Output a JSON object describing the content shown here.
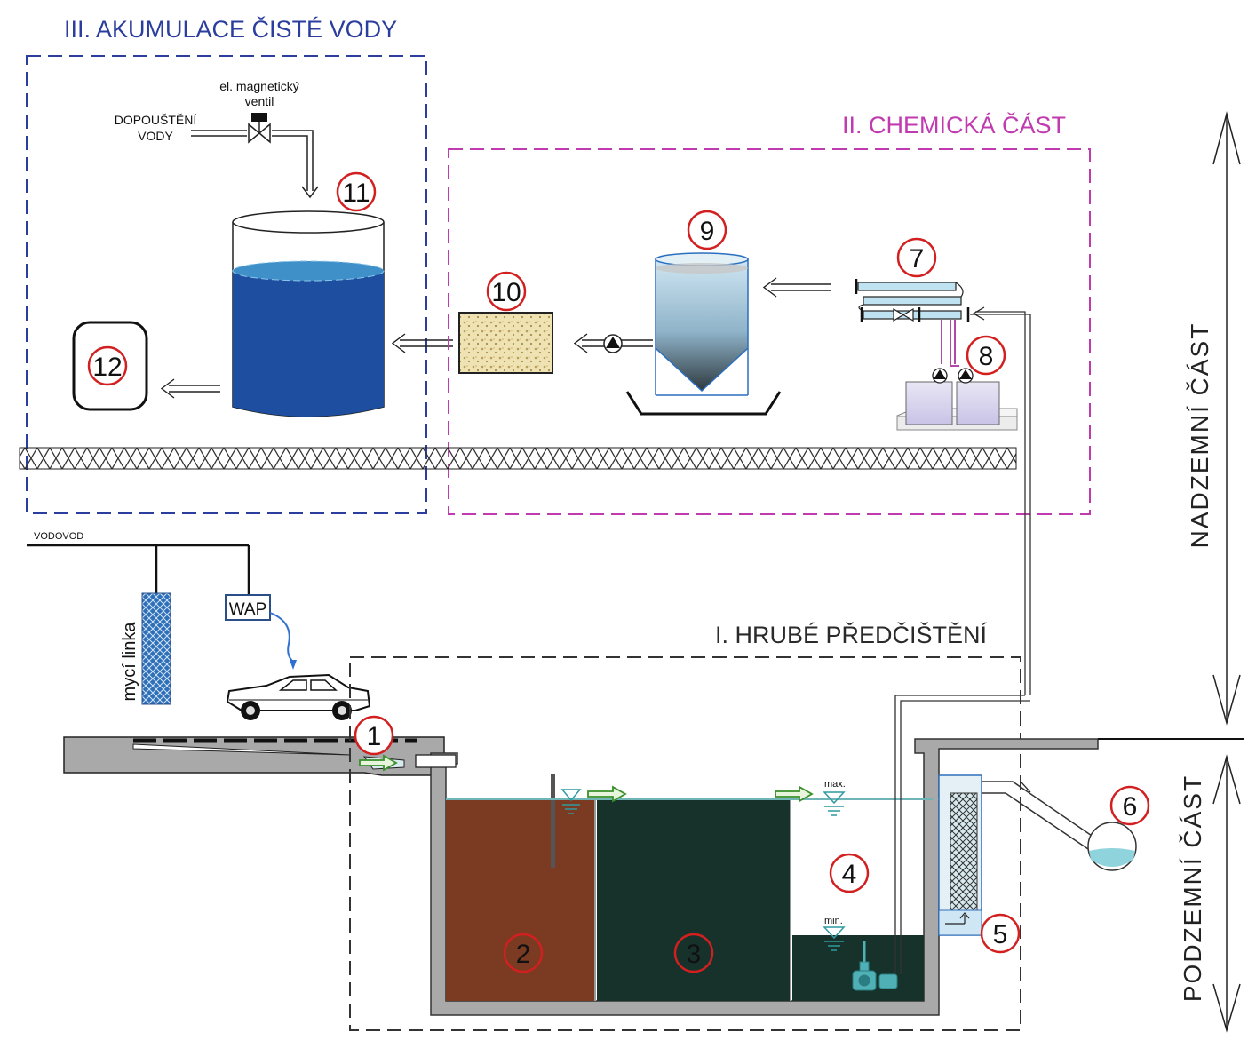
{
  "sections": {
    "s3": "III. AKUMULACE ČISTÉ VODY",
    "s2": "II. CHEMICKÁ ČÁST",
    "s1": "I. HRUBÉ PŘEDČIŠTĚNÍ"
  },
  "labels": {
    "valve_line1": "el. magnetický",
    "valve_line2": "ventil",
    "refill_line1": "DOPOUŠTĚNÍ",
    "refill_line2": "VODY",
    "vodovod": "VODOVOD",
    "wap": "WAP",
    "myci_linka": "mycí linka",
    "max": "max.",
    "min": "min.",
    "nadzemni": "NADZEMNÍ ČÁST",
    "podzemni": "PODZEMNÍ ČÁST"
  },
  "markers": [
    "1",
    "2",
    "3",
    "4",
    "5",
    "6",
    "7",
    "8",
    "9",
    "10",
    "11",
    "12"
  ],
  "colors": {
    "section3": "#2b3e9e",
    "section2": "#c13bb0",
    "marker_ring": "#d21f1f",
    "tank_water": "#1d4ea0",
    "chamber2": "#7a3b22",
    "chamber3": "#16322b",
    "concrete": "#a9a9a9"
  }
}
